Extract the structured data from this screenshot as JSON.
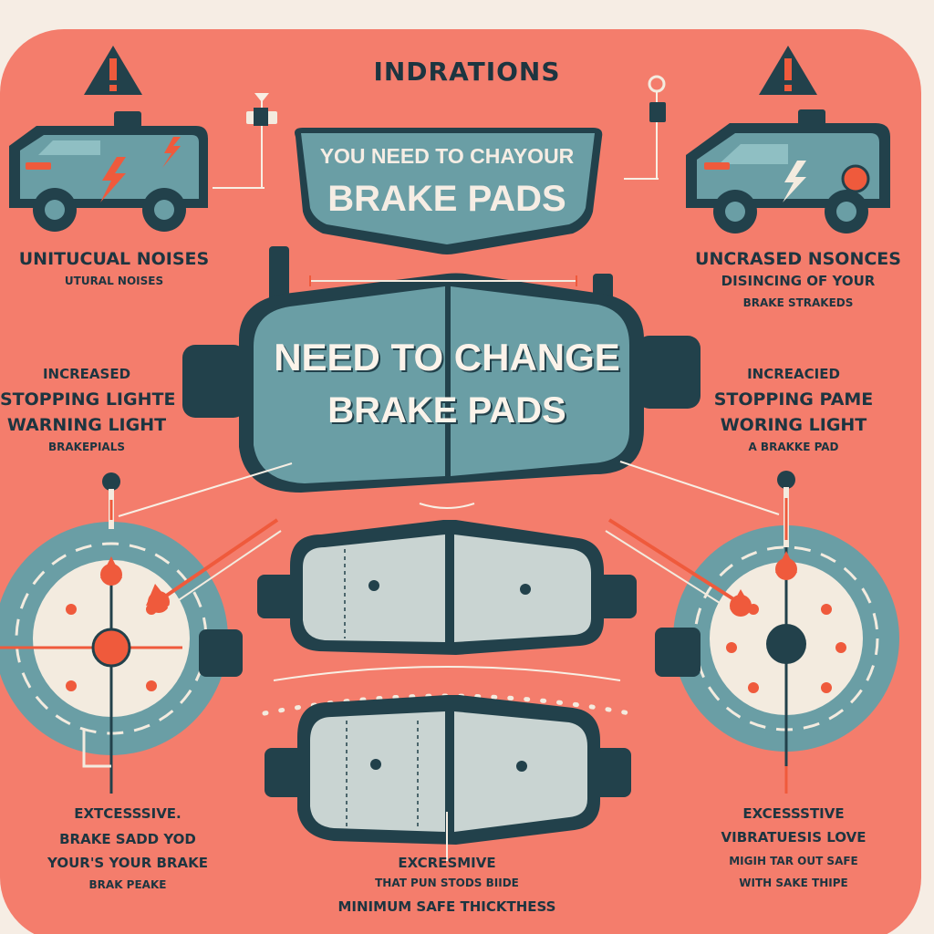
{
  "title": "INDRATIONS",
  "banner": {
    "line1": "YOU NEED TO CHAYOUR",
    "line2": "BRAKE PADS"
  },
  "center_pad": {
    "line1": "NEED TO CHANGE",
    "line2": "BRAKE PADS"
  },
  "left_top": {
    "line1": "UNITUCUAL NOISES",
    "line2": "UTURAL NOISES"
  },
  "right_top": {
    "line1": "UNCRASED NSONCES",
    "line2": "DISINCING OF YOUR",
    "line3": "BRAKE STRAKEDS"
  },
  "left_mid": {
    "line1": "INCREASED",
    "line2": "STOPPING LIGHTE",
    "line3": "WARNING LIGHT",
    "line4": "BRAKEPIALS"
  },
  "right_mid": {
    "line1": "INCREACIED",
    "line2": "STOPPING PAME",
    "line3": "WORING LIGHT",
    "line4": "A BRAKKE PAD"
  },
  "left_bottom": {
    "line1": "EXTCESSSIVE.",
    "line2": "BRAKE SADD YOD",
    "line3": "YOUR'S YOUR BRAKE",
    "line4": "BRAK PEAKE"
  },
  "right_bottom": {
    "line1": "EXCESSSTIVE",
    "line2": "VIBRATUESIS LOVE",
    "line3": "MIGIH TAR OUT SAFE",
    "line4": "WITH SAKE THIPE"
  },
  "bottom_center": {
    "line1": "EXCRESMIVE",
    "line2": "THAT PUN STODS BIIDE",
    "line3": "MINIMUM SAFE THICKTHESS"
  },
  "colors": {
    "background": "#f6ede4",
    "panel": "#f47d6c",
    "teal": "#6a9ea5",
    "dark": "#22414b",
    "cream": "#f3ebdf",
    "accent": "#ef5a3c",
    "line": "#f8efe4"
  },
  "icons": [
    "warning-icon",
    "van-icon",
    "brake-pad-icon",
    "brake-rotor-icon",
    "sensor-pin-icon"
  ]
}
